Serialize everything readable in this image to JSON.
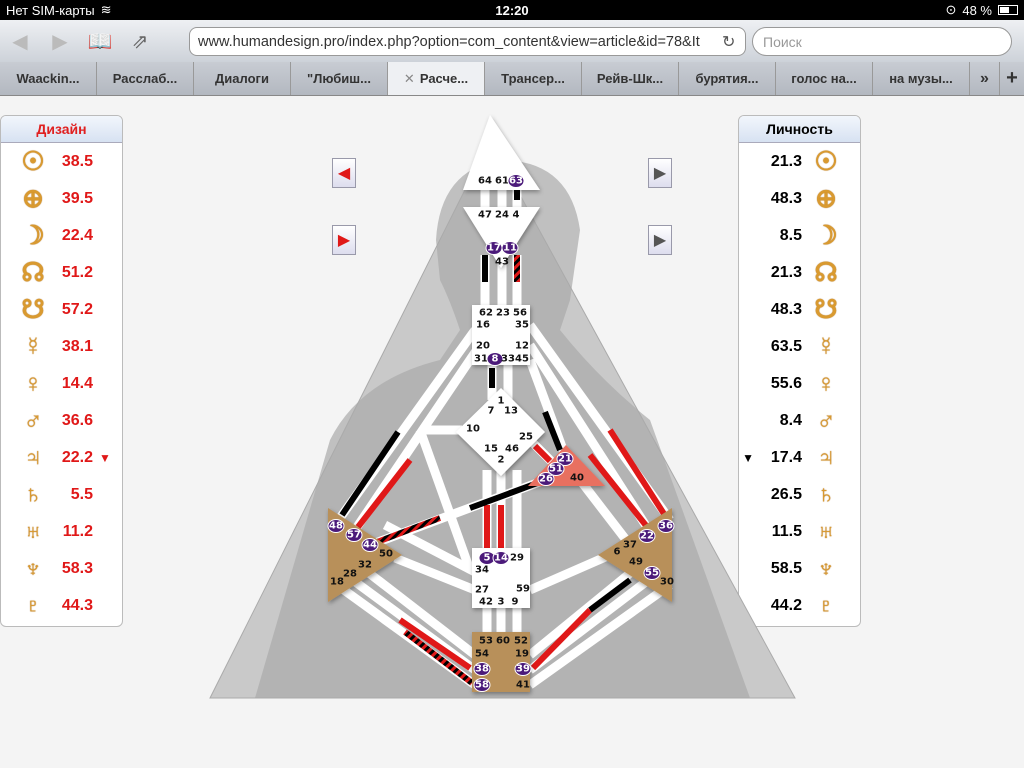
{
  "status": {
    "carrier": "Нет SIM-карты",
    "time": "12:20",
    "battery": "48 %",
    "battery_level": 0.48
  },
  "toolbar": {
    "url": "www.humandesign.pro/index.php?option=com_content&view=article&id=78&It",
    "search_placeholder": "Поиск"
  },
  "tabs": [
    {
      "label": "Waackin..."
    },
    {
      "label": "Расслаб..."
    },
    {
      "label": "Диалоги"
    },
    {
      "label": "\"Любиш..."
    },
    {
      "label": "Расче...",
      "active": true
    },
    {
      "label": "Трансер..."
    },
    {
      "label": "Рейв-Шк..."
    },
    {
      "label": "бурятия..."
    },
    {
      "label": "голос на..."
    },
    {
      "label": "на музы..."
    }
  ],
  "tabs_more": "»",
  "tabs_add": "+",
  "design": {
    "title": "Дизайн",
    "rows": [
      {
        "planet": "sun",
        "symbol": "☉",
        "value": "38.5"
      },
      {
        "planet": "earth",
        "symbol": "⊕",
        "value": "39.5"
      },
      {
        "planet": "moon",
        "symbol": "☽",
        "value": "22.4"
      },
      {
        "planet": "north-node",
        "symbol": "☊",
        "value": "51.2"
      },
      {
        "planet": "south-node",
        "symbol": "☋",
        "value": "57.2"
      },
      {
        "planet": "mercury",
        "symbol": "☿",
        "value": "38.1"
      },
      {
        "planet": "venus",
        "symbol": "♀",
        "value": "14.4"
      },
      {
        "planet": "mars",
        "symbol": "♂",
        "value": "36.6"
      },
      {
        "planet": "jupiter",
        "symbol": "♃",
        "value": "22.2",
        "mark": "▼"
      },
      {
        "planet": "saturn",
        "symbol": "♄",
        "value": "5.5"
      },
      {
        "planet": "uranus",
        "symbol": "♅",
        "value": "11.2"
      },
      {
        "planet": "neptune",
        "symbol": "♆",
        "value": "58.3"
      },
      {
        "planet": "pluto",
        "symbol": "♇",
        "value": "44.3"
      }
    ]
  },
  "personality": {
    "title": "Личность",
    "rows": [
      {
        "planet": "sun",
        "symbol": "☉",
        "value": "21.3"
      },
      {
        "planet": "earth",
        "symbol": "⊕",
        "value": "48.3"
      },
      {
        "planet": "moon",
        "symbol": "☽",
        "value": "8.5"
      },
      {
        "planet": "north-node",
        "symbol": "☊",
        "value": "21.3"
      },
      {
        "planet": "south-node",
        "symbol": "☋",
        "value": "48.3"
      },
      {
        "planet": "mercury",
        "symbol": "☿",
        "value": "63.5"
      },
      {
        "planet": "venus",
        "symbol": "♀",
        "value": "55.6"
      },
      {
        "planet": "mars",
        "symbol": "♂",
        "value": "8.4"
      },
      {
        "planet": "jupiter",
        "symbol": "♃",
        "value": "17.4",
        "mark": "▼"
      },
      {
        "planet": "saturn",
        "symbol": "♄",
        "value": "26.5"
      },
      {
        "planet": "uranus",
        "symbol": "♅",
        "value": "11.5"
      },
      {
        "planet": "neptune",
        "symbol": "♆",
        "value": "58.5"
      },
      {
        "planet": "pluto",
        "symbol": "♇",
        "value": "44.2"
      }
    ]
  },
  "gates": [
    "64",
    "61",
    "63",
    "47",
    "24",
    "4",
    "17",
    "11",
    "43",
    "62",
    "23",
    "56",
    "16",
    "35",
    "20",
    "12",
    "31",
    "8",
    "33",
    "45",
    "1",
    "7",
    "13",
    "10",
    "25",
    "15",
    "46",
    "2",
    "21",
    "51",
    "26",
    "40",
    "48",
    "57",
    "44",
    "50",
    "32",
    "28",
    "18",
    "5",
    "14",
    "29",
    "34",
    "27",
    "59",
    "42",
    "3",
    "9",
    "36",
    "22",
    "37",
    "6",
    "49",
    "55",
    "30",
    "53",
    "60",
    "52",
    "54",
    "19",
    "38",
    "39",
    "58",
    "41"
  ],
  "active_gates": [
    "63",
    "17",
    "11",
    "8",
    "21",
    "51",
    "26",
    "48",
    "57",
    "44",
    "5",
    "14",
    "36",
    "22",
    "55",
    "38",
    "39",
    "58"
  ],
  "colors": {
    "design": "#e01818",
    "personality": "#000000",
    "active_gate": "#4b1a7a",
    "center_defined": "#b8905a",
    "ego": "#e87060"
  }
}
